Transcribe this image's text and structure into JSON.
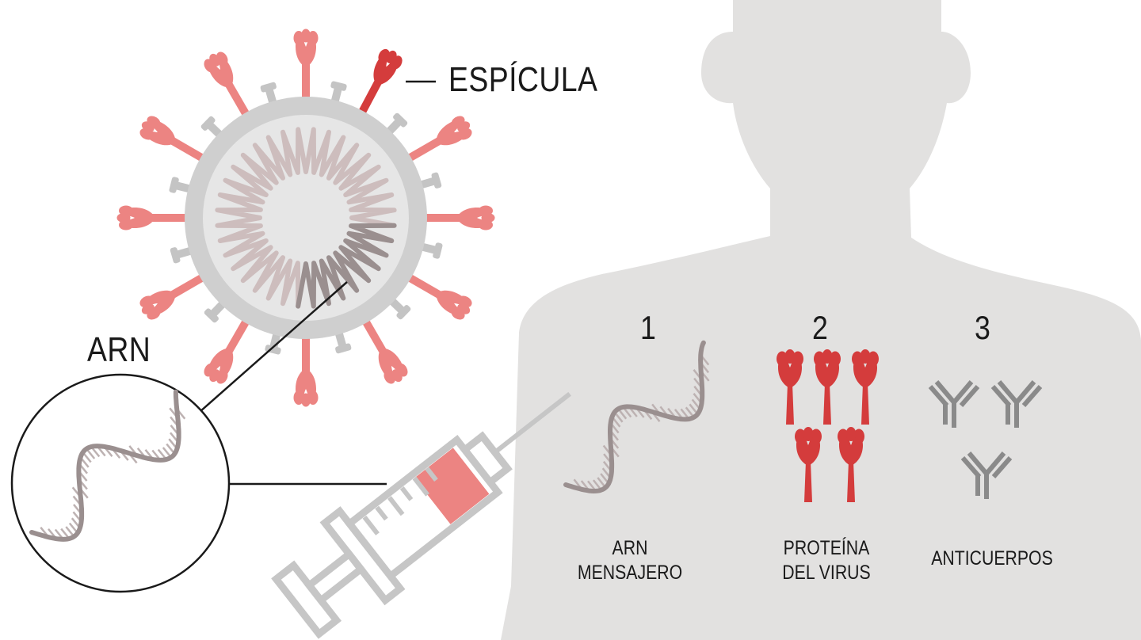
{
  "labels": {
    "spike": "ESPÍCULA",
    "rna": "ARN"
  },
  "steps": [
    {
      "number": "1",
      "caption_lines": [
        "ARN",
        "MENSAJERO"
      ]
    },
    {
      "number": "2",
      "caption_lines": [
        "PROTEÍNA",
        "DEL VIRUS"
      ]
    },
    {
      "number": "3",
      "caption_lines": [
        "ANTICUERPOS"
      ]
    }
  ],
  "colors": {
    "spike": "#ec8482",
    "spike_highlight": "#d43c3c",
    "protein": "#d43c3c",
    "antibody": "#8a8a8a",
    "rna": "#9a8f8f",
    "body": "#e2e1e0",
    "virus_membrane": "#cfcfcf",
    "virus_core": "#e6e6e6",
    "syringe": "#c6c6c6",
    "syringe_liquid": "#ec8482"
  }
}
